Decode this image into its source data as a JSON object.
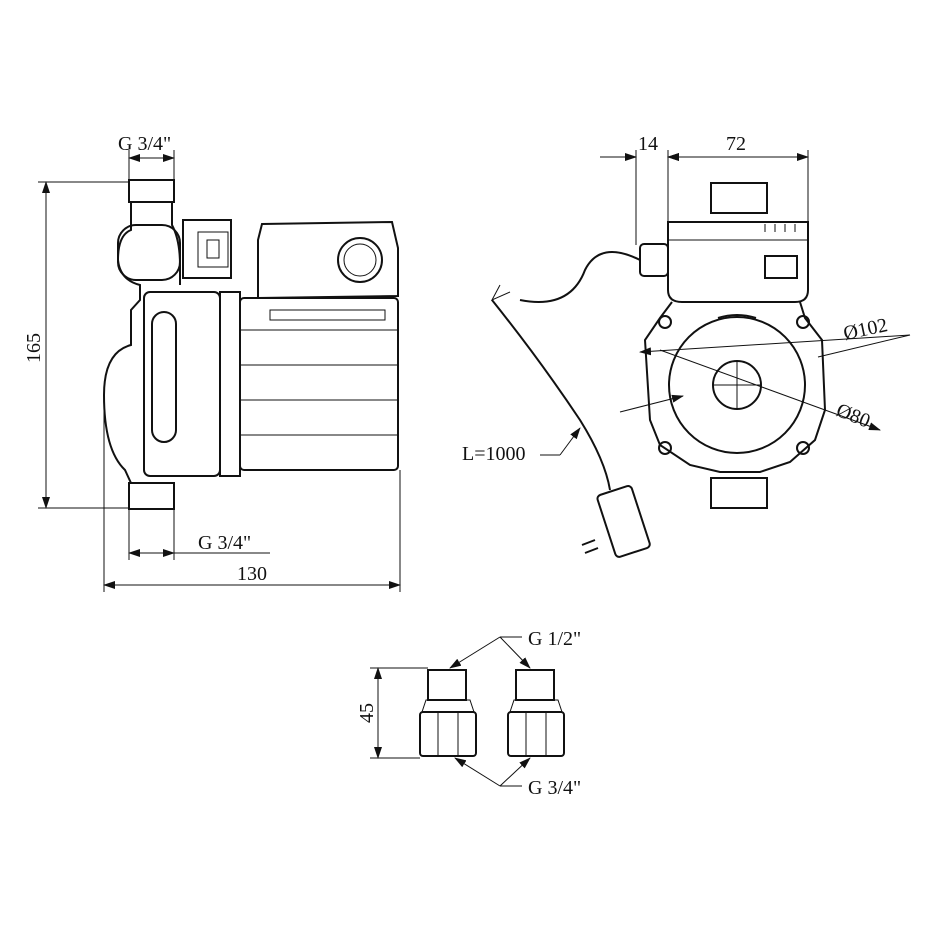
{
  "title": "Circulation pump dimensional drawing",
  "side_view": {
    "top_thread": "G 3/4\"",
    "height": "165",
    "bottom_thread": "G 3/4\"",
    "length": "130"
  },
  "front_view": {
    "offset": "14",
    "width": "72",
    "outer_diameter": "Ø102",
    "inner_diameter": "Ø80",
    "cable_length": "L=1000"
  },
  "adapters": {
    "height": "45",
    "male_thread": "G 1/2\"",
    "female_thread": "G 3/4\""
  }
}
